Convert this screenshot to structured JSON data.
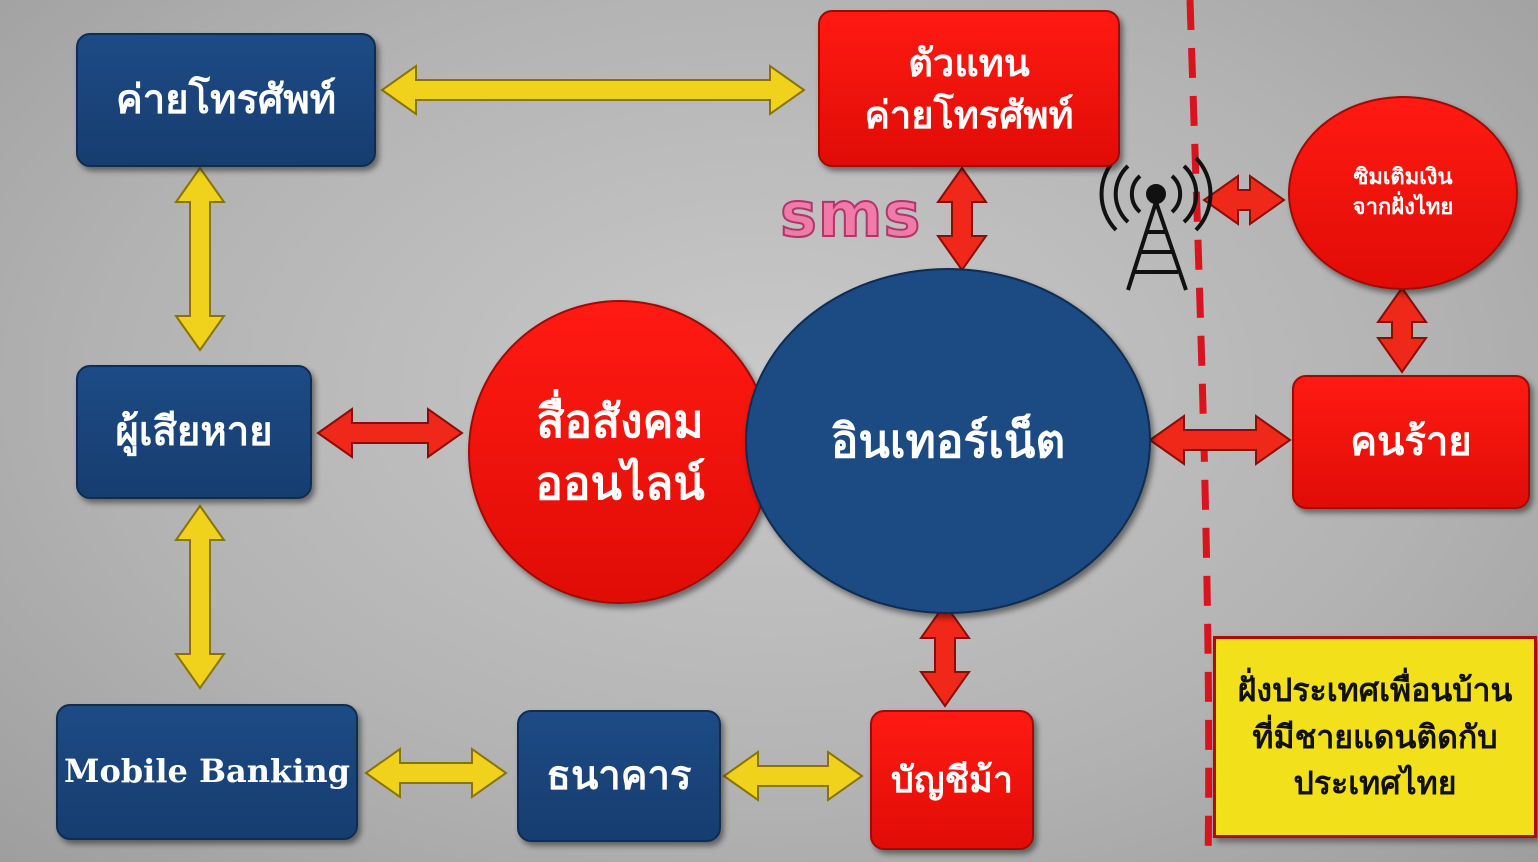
{
  "nodes": {
    "telco": "ค่ายโทรศัพท์",
    "telco_agent": "ตัวแทน\nค่ายโทรศัพท์",
    "victim": "ผู้เสียหาย",
    "social": "สื่อสังคม\nออนไลน์",
    "internet": "อินเทอร์เน็ต",
    "criminal": "คนร้าย",
    "sim_topup": "ซิมเติมเงิน\nจากฝั่งไทย",
    "mobile_banking": "Mobile Banking",
    "bank": "ธนาคาร",
    "mule_account": "บัญชีม้า"
  },
  "sms_label": "sms",
  "neighbor_note": "ฝั่งประเทศเพื่อนบ้าน\nที่มีชายแดนติดกับ\nประเทศไทย",
  "colors": {
    "node_blue": "#1d4b85",
    "node_red": "#ff1a12",
    "arrow_yellow": "#f0d21c",
    "arrow_red": "#f0281a",
    "border_line": "#d8141e",
    "note_yellow": "#f2e01a"
  },
  "icons": [
    "antenna-tower-icon"
  ]
}
